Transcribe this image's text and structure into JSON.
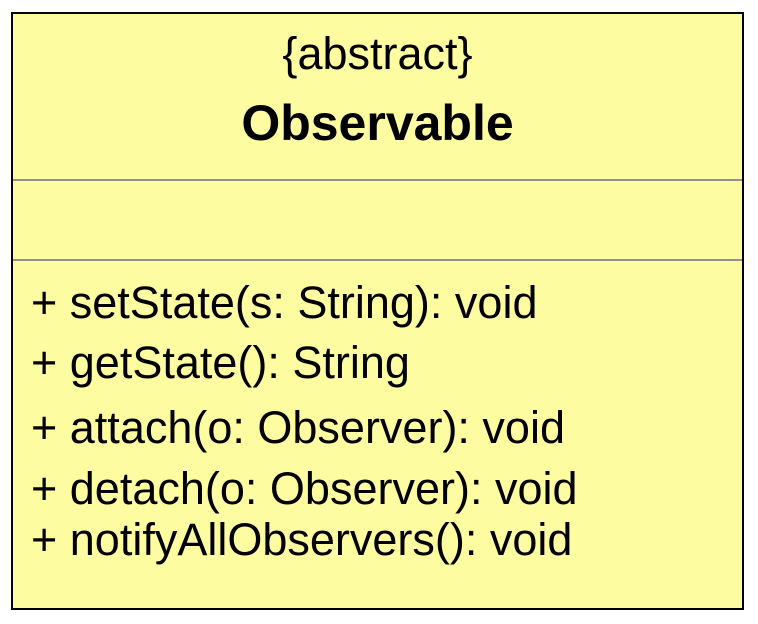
{
  "class": {
    "stereotype": "{abstract}",
    "name": "Observable",
    "attributes": [],
    "operations": [
      "+ setState(s: String): void",
      "+ getState(): String",
      "+ attach(o: Observer): void",
      "+ detach(o: Observer): void",
      "+ notifyAllObservers(): void"
    ]
  },
  "colors": {
    "fill": "#fefca0",
    "border": "#000000",
    "divider": "#909090"
  }
}
